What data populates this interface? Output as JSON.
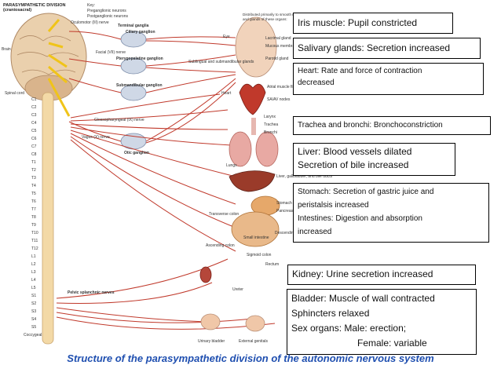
{
  "figure": {
    "title_line1": "PARASYMPATHETIC DIVISION",
    "title_line2": "(craniosacral)",
    "key": {
      "heading": "Key:",
      "preganglionic": "Preganglionic neurons",
      "postganglionic": "Postganglionic neurons"
    },
    "distribution_note_line1": "Distributed primarily to smooth muscle",
    "distribution_note_line2": "and glands of these organs:",
    "nerve_labels": {
      "brain": "Brain",
      "oculomotor": "Oculomotor (III) nerve",
      "terminal_ganglia": "Terminal ganglia",
      "facial": "Facial (VII) nerve",
      "ciliary": "Ciliary ganglion",
      "pterygopalatine": "Pterygopalatine ganglion",
      "submandibular": "Submandibular ganglion",
      "glossopharyngeal": "Glossopharyngeal (IX) nerve",
      "vagus": "Vagus (X) nerve",
      "otic": "Otic ganglion",
      "spinal_cord": "Spinal cord",
      "pelvic": "Pelvic splanchnic nerves"
    },
    "organ_labels": {
      "eye": "Eye",
      "lacrimal": "Lacrimal gland",
      "mucous_membrane": "Mucous membrane of nose and palate",
      "parotid": "Parotid gland",
      "sublingual": "Sublingual and submandibular glands",
      "heart": "Heart",
      "atrial": "Atrial muscle fibers",
      "sa_av": "SA/AV nodes",
      "larynx": "Larynx",
      "trachea": "Trachea",
      "bronchi": "Bronchi",
      "lungs": "Lungs",
      "liver": "Liver, gallbladder, and bile ducts",
      "stomach": "Stomach",
      "pancreas": "Pancreas",
      "transverse_colon": "Transverse colon",
      "small_intestine": "Small intestine",
      "descending_colon": "Descending colon",
      "ascending_colon": "Ascending colon",
      "sigmoid_colon": "Sigmoid colon",
      "rectum": "Rectum",
      "ureter": "Ureter",
      "urinary_bladder": "Urinary bladder",
      "external_genitals": "External genitals"
    },
    "spinal_segments": [
      "C1",
      "C2",
      "C3",
      "C4",
      "C5",
      "C6",
      "C7",
      "C8",
      "T1",
      "T2",
      "T3",
      "T4",
      "T5",
      "T6",
      "T7",
      "T8",
      "T9",
      "T10",
      "T11",
      "T12",
      "L1",
      "L2",
      "L3",
      "L4",
      "L5",
      "S1",
      "S2",
      "S3",
      "S4",
      "S5",
      "Coccygeal"
    ]
  },
  "effects": {
    "iris": "Iris muscle: Pupil constricted",
    "salivary": "Salivary glands: Secretion increased",
    "heart_line1": "Heart: Rate and force of contraction",
    "heart_line2": "decreased",
    "trachea": "Trachea and bronchi: Bronchoconstriction",
    "liver_line1": "Liver: Blood vessels dilated",
    "liver_line2": "Secretion of bile increased",
    "stomach_line1": "Stomach: Secretion of gastric juice and",
    "stomach_line2": "peristalsis increased",
    "intestines_line1": "Intestines: Digestion and absorption",
    "intestines_line2": "increased",
    "kidney": "Kidney: Urine secretion increased",
    "bladder_line1": "Bladder: Muscle of wall contracted",
    "bladder_line2": "Sphincters relaxed",
    "sex_line1": "Sex organs: Male: erection;",
    "sex_line2": "Female: variable"
  },
  "caption": "Structure of the parasympathetic division of the autonomic nervous system",
  "colors": {
    "nerve": "#c0392b",
    "spinal_cord": "#f3d9a6",
    "brain": "#e9c9a6",
    "ganglion": "#cfd8e6",
    "caption": "#1f4fb0"
  }
}
